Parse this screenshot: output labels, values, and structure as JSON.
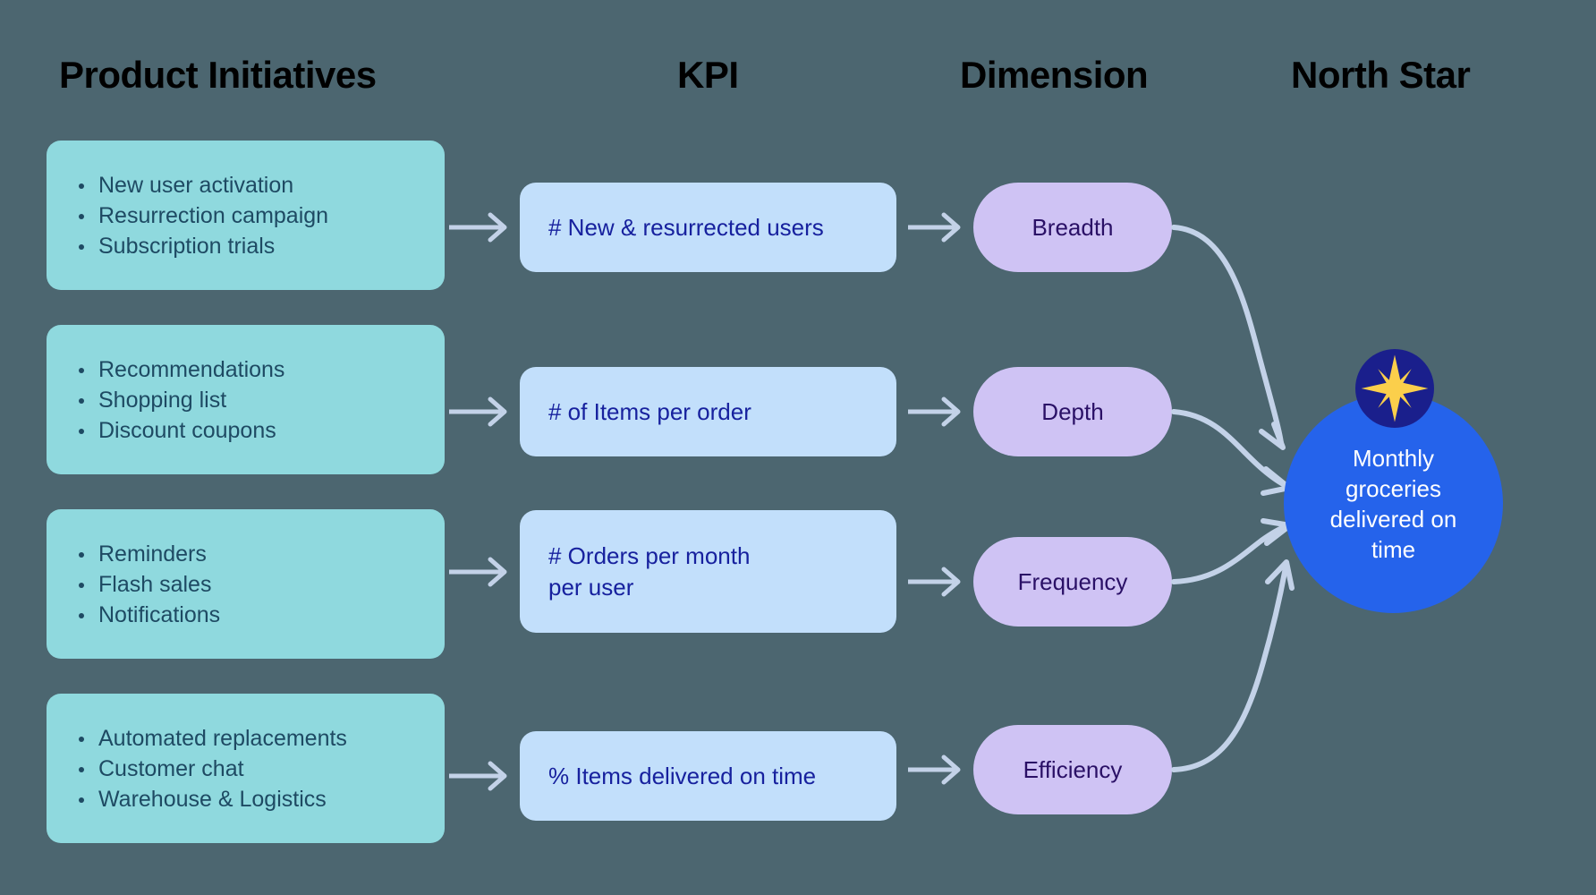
{
  "theme": {
    "background": "#4c6670",
    "initiative_card_bg": "#8fd9de",
    "initiative_text": "#1e4a63",
    "kpi_card_bg": "#c2dffb",
    "kpi_text": "#17219e",
    "dimension_pill_bg": "#cfc3f4",
    "dimension_text": "#2a1066",
    "north_star_circle": "#2563eb",
    "north_star_badge": "#1a1f8c",
    "star_glyph": "#fbcf4b",
    "arrow": "#c3d2e8",
    "header_text": "#000000"
  },
  "headers": {
    "initiatives": "Product Initiatives",
    "kpi": "KPI",
    "dimension": "Dimension",
    "north_star": "North Star"
  },
  "rows": [
    {
      "initiatives": [
        "New user activation",
        "Resurrection campaign",
        "Subscription trials"
      ],
      "kpi": "# New & resurrected users",
      "dimension": "Breadth"
    },
    {
      "initiatives": [
        "Recommendations",
        "Shopping list",
        "Discount coupons"
      ],
      "kpi": "# of Items per order",
      "dimension": "Depth"
    },
    {
      "initiatives": [
        "Reminders",
        "Flash sales",
        "Notifications"
      ],
      "kpi": "# Orders per month\nper user",
      "dimension": "Frequency"
    },
    {
      "initiatives": [
        "Automated replacements",
        "Customer chat",
        "Warehouse & Logistics"
      ],
      "kpi": "% Items delivered on time",
      "dimension": "Efficiency"
    }
  ],
  "north_star": {
    "label": "Monthly\ngroceries\ndelivered on\ntime",
    "badge_icon": "eight-point-star-icon"
  },
  "arrows": {
    "straight_icon": "arrow-right-icon",
    "curved_icon": "curved-arrow-icon"
  }
}
